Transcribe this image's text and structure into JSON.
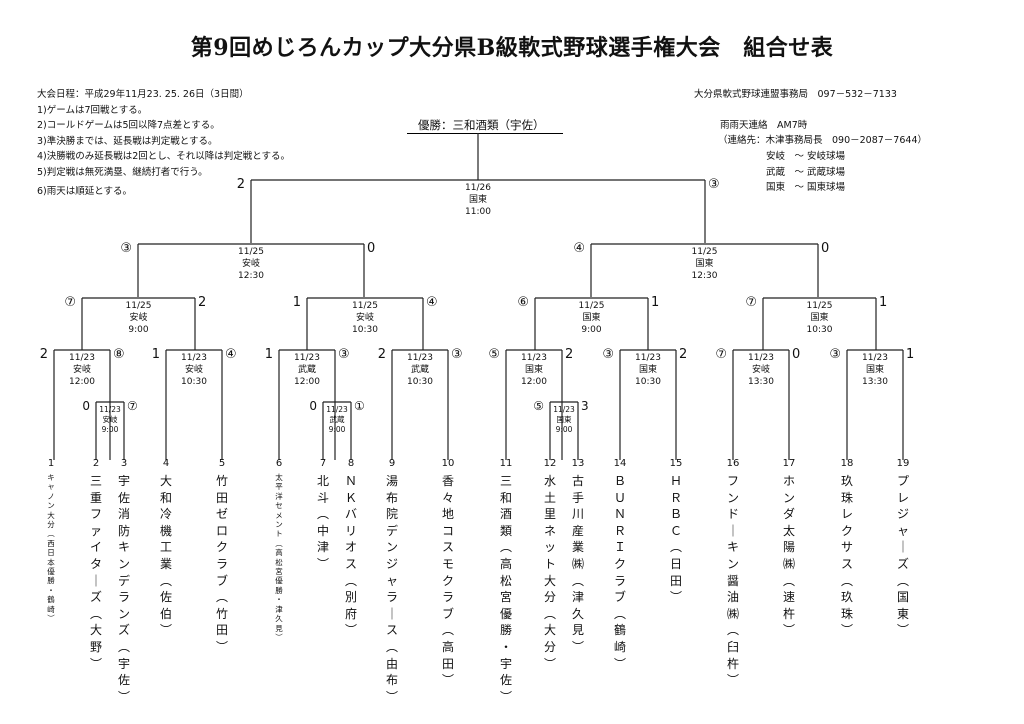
{
  "title": "第9回めじろんカップ大分県B級軟式野球選手権大会　組合せ表",
  "info_left": [
    "大会日程：平成29年11月23. 25. 26日（3日間）",
    "1)ゲームは7回戦とする。",
    "2)コールドゲームは5回以降7点差とする。",
    "3)準決勝までは、延長戦は判定戦とする。",
    "4)決勝戦のみ延長戦は2回とし、それ以降は判定戦とする。",
    "5)判定戦は無死満塁、継続打者で行う。",
    "6)雨天は順延とする。"
  ],
  "info_right": {
    "office": "大分県軟式野球連盟事務局　097－532－7133",
    "rain": "雨雨天連絡　AM7時",
    "contact": "（連絡先：木津事務局長　090－2087－7644）",
    "venues": [
      "安岐　～ 安岐球場",
      "武蔵　～ 武蔵球場",
      "国東　～ 国東球場"
    ]
  },
  "champion": "優勝：三和酒類（宇佐）",
  "games": [
    {
      "date": "11/26",
      "venue": "国東",
      "time": "11:00",
      "ls": "2",
      "rs": "3"
    },
    {
      "date": "11/25",
      "venue": "安岐",
      "time": "12:30",
      "ls": "3",
      "rs": "0"
    },
    {
      "date": "11/25",
      "venue": "国東",
      "time": "12:30",
      "ls": "4",
      "rs": "0"
    },
    {
      "date": "11/25",
      "venue": "安岐",
      "time": "9:00",
      "ls": "7",
      "rs": "2"
    },
    {
      "date": "11/25",
      "venue": "安岐",
      "time": "10:30",
      "ls": "1",
      "rs": "4"
    },
    {
      "date": "11/25",
      "venue": "国東",
      "time": "9:00",
      "ls": "6",
      "rs": "1"
    },
    {
      "date": "11/25",
      "venue": "国東",
      "time": "10:30",
      "ls": "7",
      "rs": "1"
    },
    {
      "date": "11/23",
      "venue": "安岐",
      "time": "12:00",
      "ls": "2",
      "rs": "8"
    },
    {
      "date": "11/23",
      "venue": "安岐",
      "time": "10:30",
      "ls": "1",
      "rs": "4"
    },
    {
      "date": "11/23",
      "venue": "武蔵",
      "time": "12:00",
      "ls": "1",
      "rs": "3"
    },
    {
      "date": "11/23",
      "venue": "武蔵",
      "time": "10:30",
      "ls": "2",
      "rs": "3"
    },
    {
      "date": "11/23",
      "venue": "国東",
      "time": "12:00",
      "ls": "5",
      "rs": "2"
    },
    {
      "date": "11/23",
      "venue": "国東",
      "time": "10:30",
      "ls": "3",
      "rs": "2"
    },
    {
      "date": "11/23",
      "venue": "安岐",
      "time": "13:30",
      "ls": "7",
      "rs": "0"
    },
    {
      "date": "11/23",
      "venue": "国東",
      "time": "13:30",
      "ls": "3",
      "rs": "1"
    },
    {
      "date": "11/23",
      "venue": "安岐",
      "time": "9:00",
      "ls": "0",
      "rs": "7"
    },
    {
      "date": "11/23",
      "venue": "武蔵",
      "time": "9:00",
      "ls": "0",
      "rs": "1"
    },
    {
      "date": "11/23",
      "venue": "国東",
      "time": "9:00",
      "ls": "5",
      "rs": "3"
    }
  ],
  "teams": [
    {
      "num": "1",
      "name": "キャノン大分（西日本優勝・鶴崎）"
    },
    {
      "num": "2",
      "name": "三重ファイターズ（大野）"
    },
    {
      "num": "3",
      "name": "宇佐消防キンデランズ（宇佐）"
    },
    {
      "num": "4",
      "name": "大和冷機工業（佐伯）"
    },
    {
      "num": "5",
      "name": "竹田ゼロクラブ（竹田）"
    },
    {
      "num": "6",
      "name": "太平洋セメント（高松宮優勝・津久見）"
    },
    {
      "num": "7",
      "name": "北斗（中津）"
    },
    {
      "num": "8",
      "name": "ＮＫバリオス（別府）"
    },
    {
      "num": "9",
      "name": "湯布院デンジャラース（由布）"
    },
    {
      "num": "10",
      "name": "香々地コスモクラブ（高田）"
    },
    {
      "num": "11",
      "name": "三和酒類（高松宮優勝・宇佐）"
    },
    {
      "num": "12",
      "name": "水土里ネット大分（大分）"
    },
    {
      "num": "13",
      "name": "古手川産業㈱（津久見）"
    },
    {
      "num": "14",
      "name": "ＢＵＮＲＩクラブ（鶴崎）"
    },
    {
      "num": "15",
      "name": "ＨＲＢＣ（日田）"
    },
    {
      "num": "16",
      "name": "フンドーキン醤油㈱（臼杵）"
    },
    {
      "num": "17",
      "name": "ホンダ太陽㈱（速杵）"
    },
    {
      "num": "18",
      "name": "玖珠レクサス（玖珠）"
    },
    {
      "num": "19",
      "name": "プレジャーズ（国東）"
    }
  ]
}
